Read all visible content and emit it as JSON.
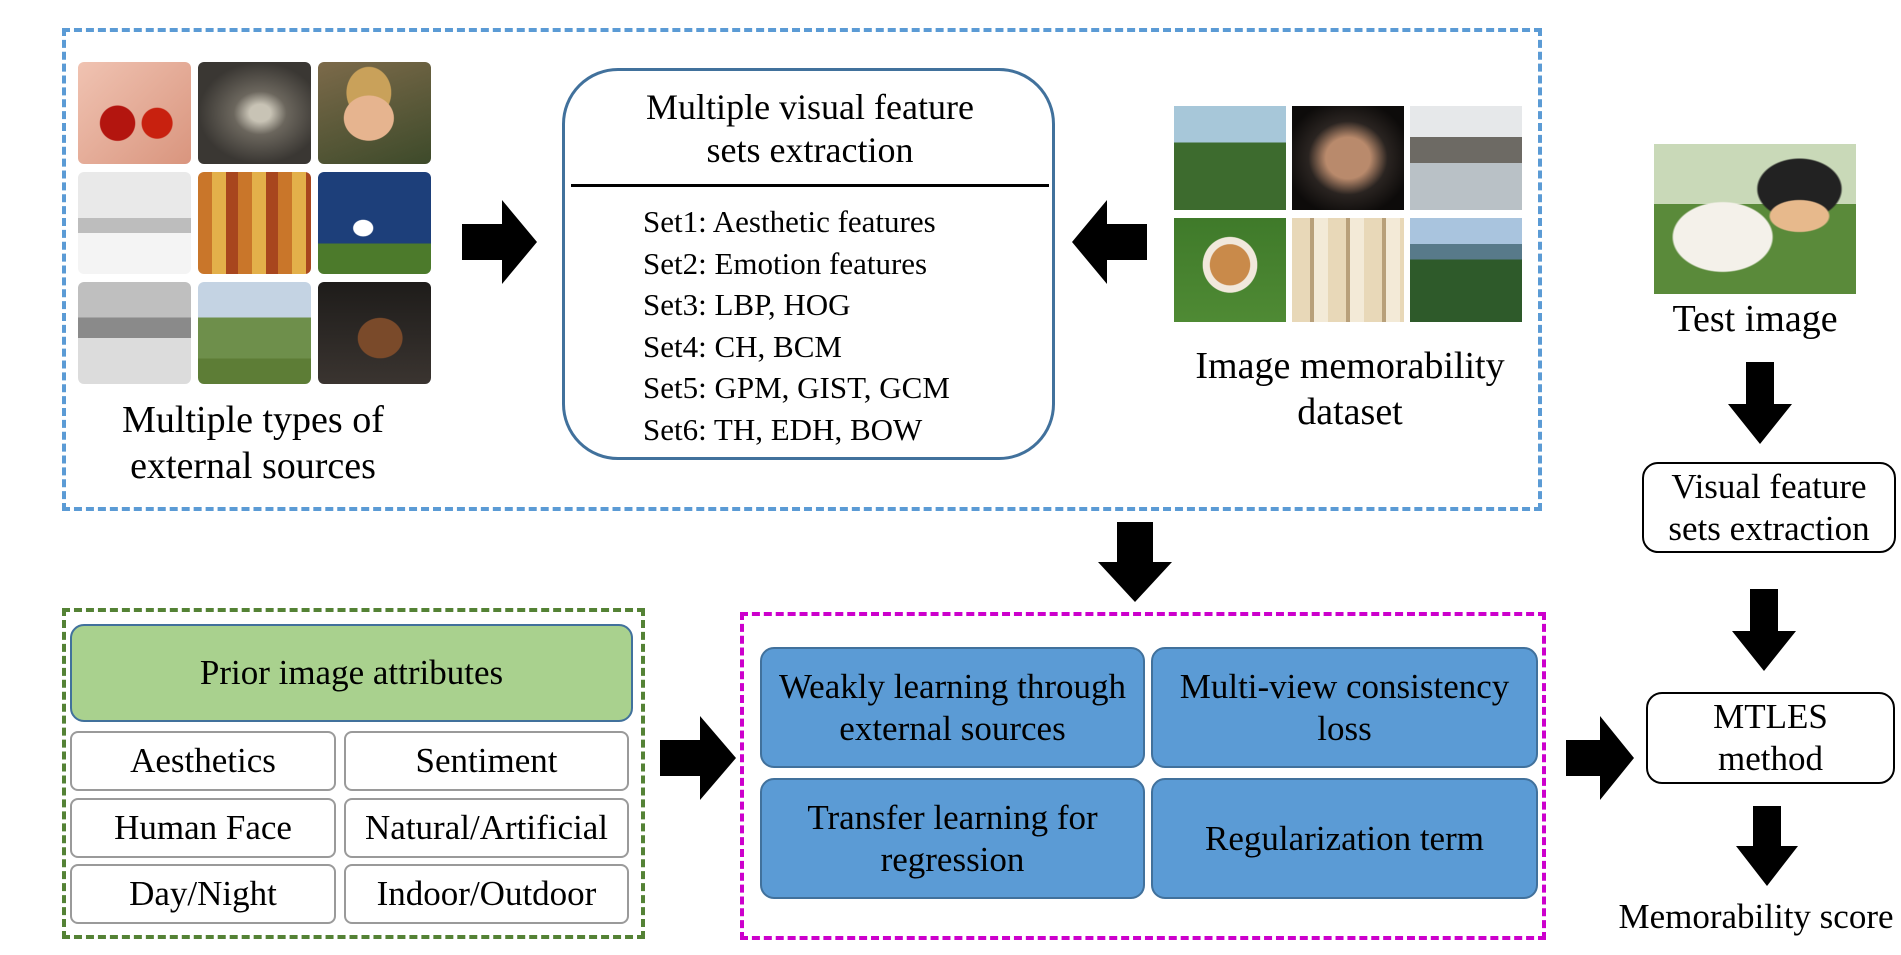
{
  "external_sources_label": "Multiple types of external sources",
  "extraction_box": {
    "title": "Multiple visual feature sets extraction",
    "sets": [
      "Set1: Aesthetic features",
      "Set2: Emotion features",
      "Set3: LBP, HOG",
      "Set4: CH, BCM",
      "Set5: GPM, GIST, GCM",
      "Set6: TH, EDH, BOW"
    ]
  },
  "memorability_dataset_label": "Image memorability dataset",
  "test_image_label": "Test image",
  "visual_feature_extraction_label": "Visual feature sets extraction",
  "mtles_label": "MTLES method",
  "memorability_score_label": "Memorability score",
  "prior_attributes": {
    "header": "Prior image attributes",
    "items": [
      "Aesthetics",
      "Sentiment",
      "Human Face",
      "Natural/Artificial",
      "Day/Night",
      "Indoor/Outdoor"
    ]
  },
  "learning_components": [
    "Weakly learning through external sources",
    "Multi-view consistency loss",
    "Transfer learning for regression",
    "Regularization term"
  ],
  "colors": {
    "blue_dash": "#5b9bd5",
    "green_dash": "#548235",
    "magenta_dash": "#cc00cc",
    "green_header": "#a9d18e",
    "blue_box": "#5b9bd5",
    "extraction_border": "#41719c",
    "arrow": "#000000"
  },
  "icons": [
    "right-arrow-icon",
    "left-arrow-icon",
    "down-arrow-icon"
  ]
}
